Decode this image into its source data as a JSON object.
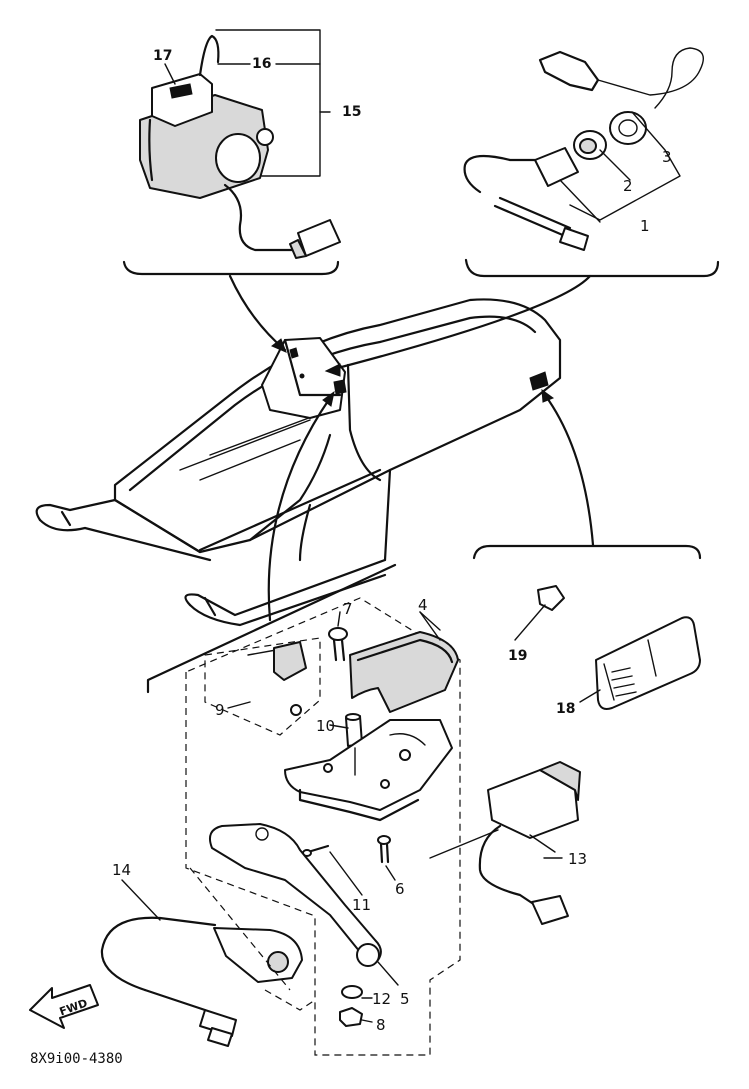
{
  "labels": {
    "p1": "1",
    "p2": "2",
    "p3": "3",
    "p4": "4",
    "p5": "5",
    "p6": "6",
    "p7": "7",
    "p8": "8",
    "p9": "9",
    "p10": "10",
    "p11": "11",
    "p12": "12",
    "p13": "13",
    "p14": "14",
    "p15": "15",
    "p16": "16",
    "p17": "17",
    "p18": "18",
    "p19": "19"
  },
  "fwd_label": "FWD",
  "drawing_code": "8X9i00-4380"
}
